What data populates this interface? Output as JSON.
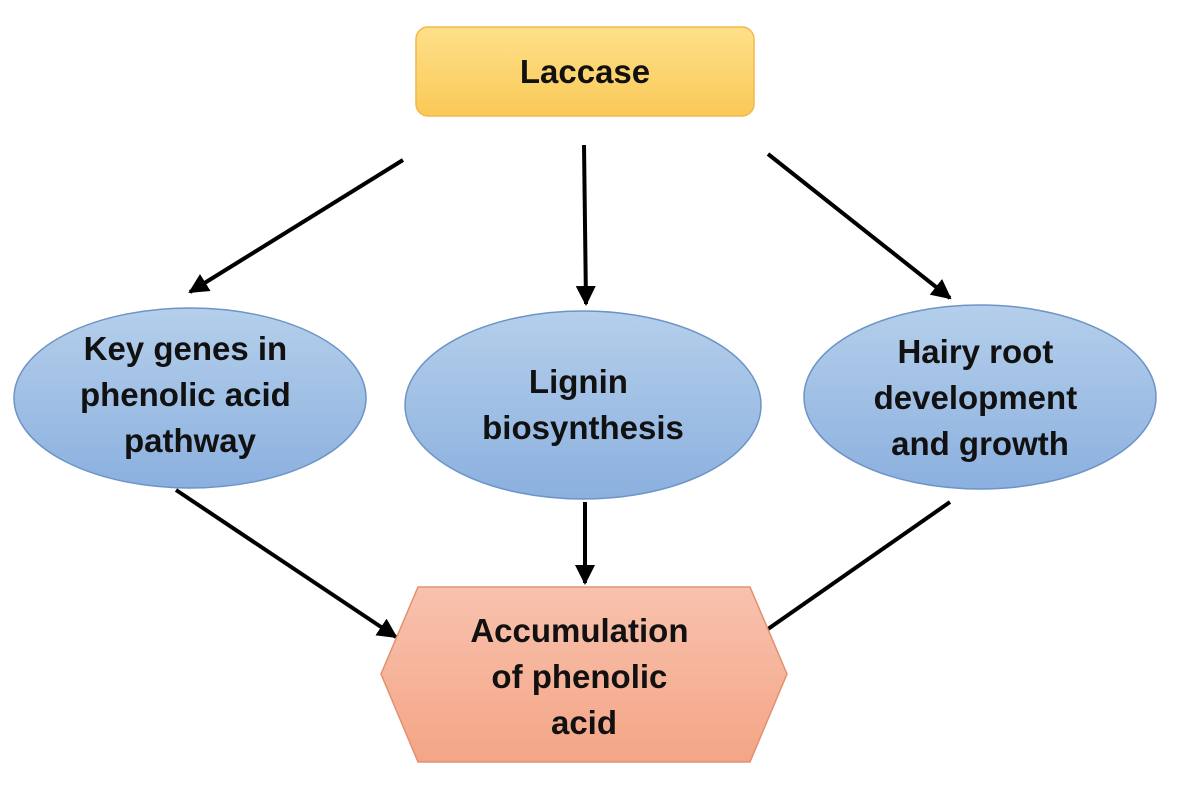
{
  "nodes": {
    "top": {
      "lines": [
        "Laccase"
      ],
      "fill_top": "#FFE08A",
      "fill_bottom": "#F9C957",
      "stroke": "#F2B94A"
    },
    "left": {
      "lines": [
        "Key genes in",
        "phenolic acid",
        "pathway"
      ],
      "fill_top": "#B5CFEB",
      "fill_bottom": "#8BB0DF",
      "stroke": "#6D94C6"
    },
    "middle": {
      "lines": [
        "Lignin",
        "biosynthesis"
      ],
      "fill_top": "#B5CFEB",
      "fill_bottom": "#8BB0DF",
      "stroke": "#6D94C6"
    },
    "right": {
      "lines": [
        "Hairy root",
        "development",
        "and growth"
      ],
      "fill_top": "#B5CFEB",
      "fill_bottom": "#8BB0DF",
      "stroke": "#6D94C6"
    },
    "bottom": {
      "lines": [
        "Accumulation",
        "of phenolic",
        "acid"
      ],
      "fill_top": "#F8C2AE",
      "fill_bottom": "#F4A586",
      "stroke": "#E29170"
    }
  },
  "edges": [
    {
      "from": "top",
      "to": "left"
    },
    {
      "from": "top",
      "to": "middle"
    },
    {
      "from": "top",
      "to": "right"
    },
    {
      "from": "left",
      "to": "bottom"
    },
    {
      "from": "middle",
      "to": "bottom"
    },
    {
      "from": "right",
      "to": "bottom"
    }
  ],
  "arrow_color": "#000000"
}
